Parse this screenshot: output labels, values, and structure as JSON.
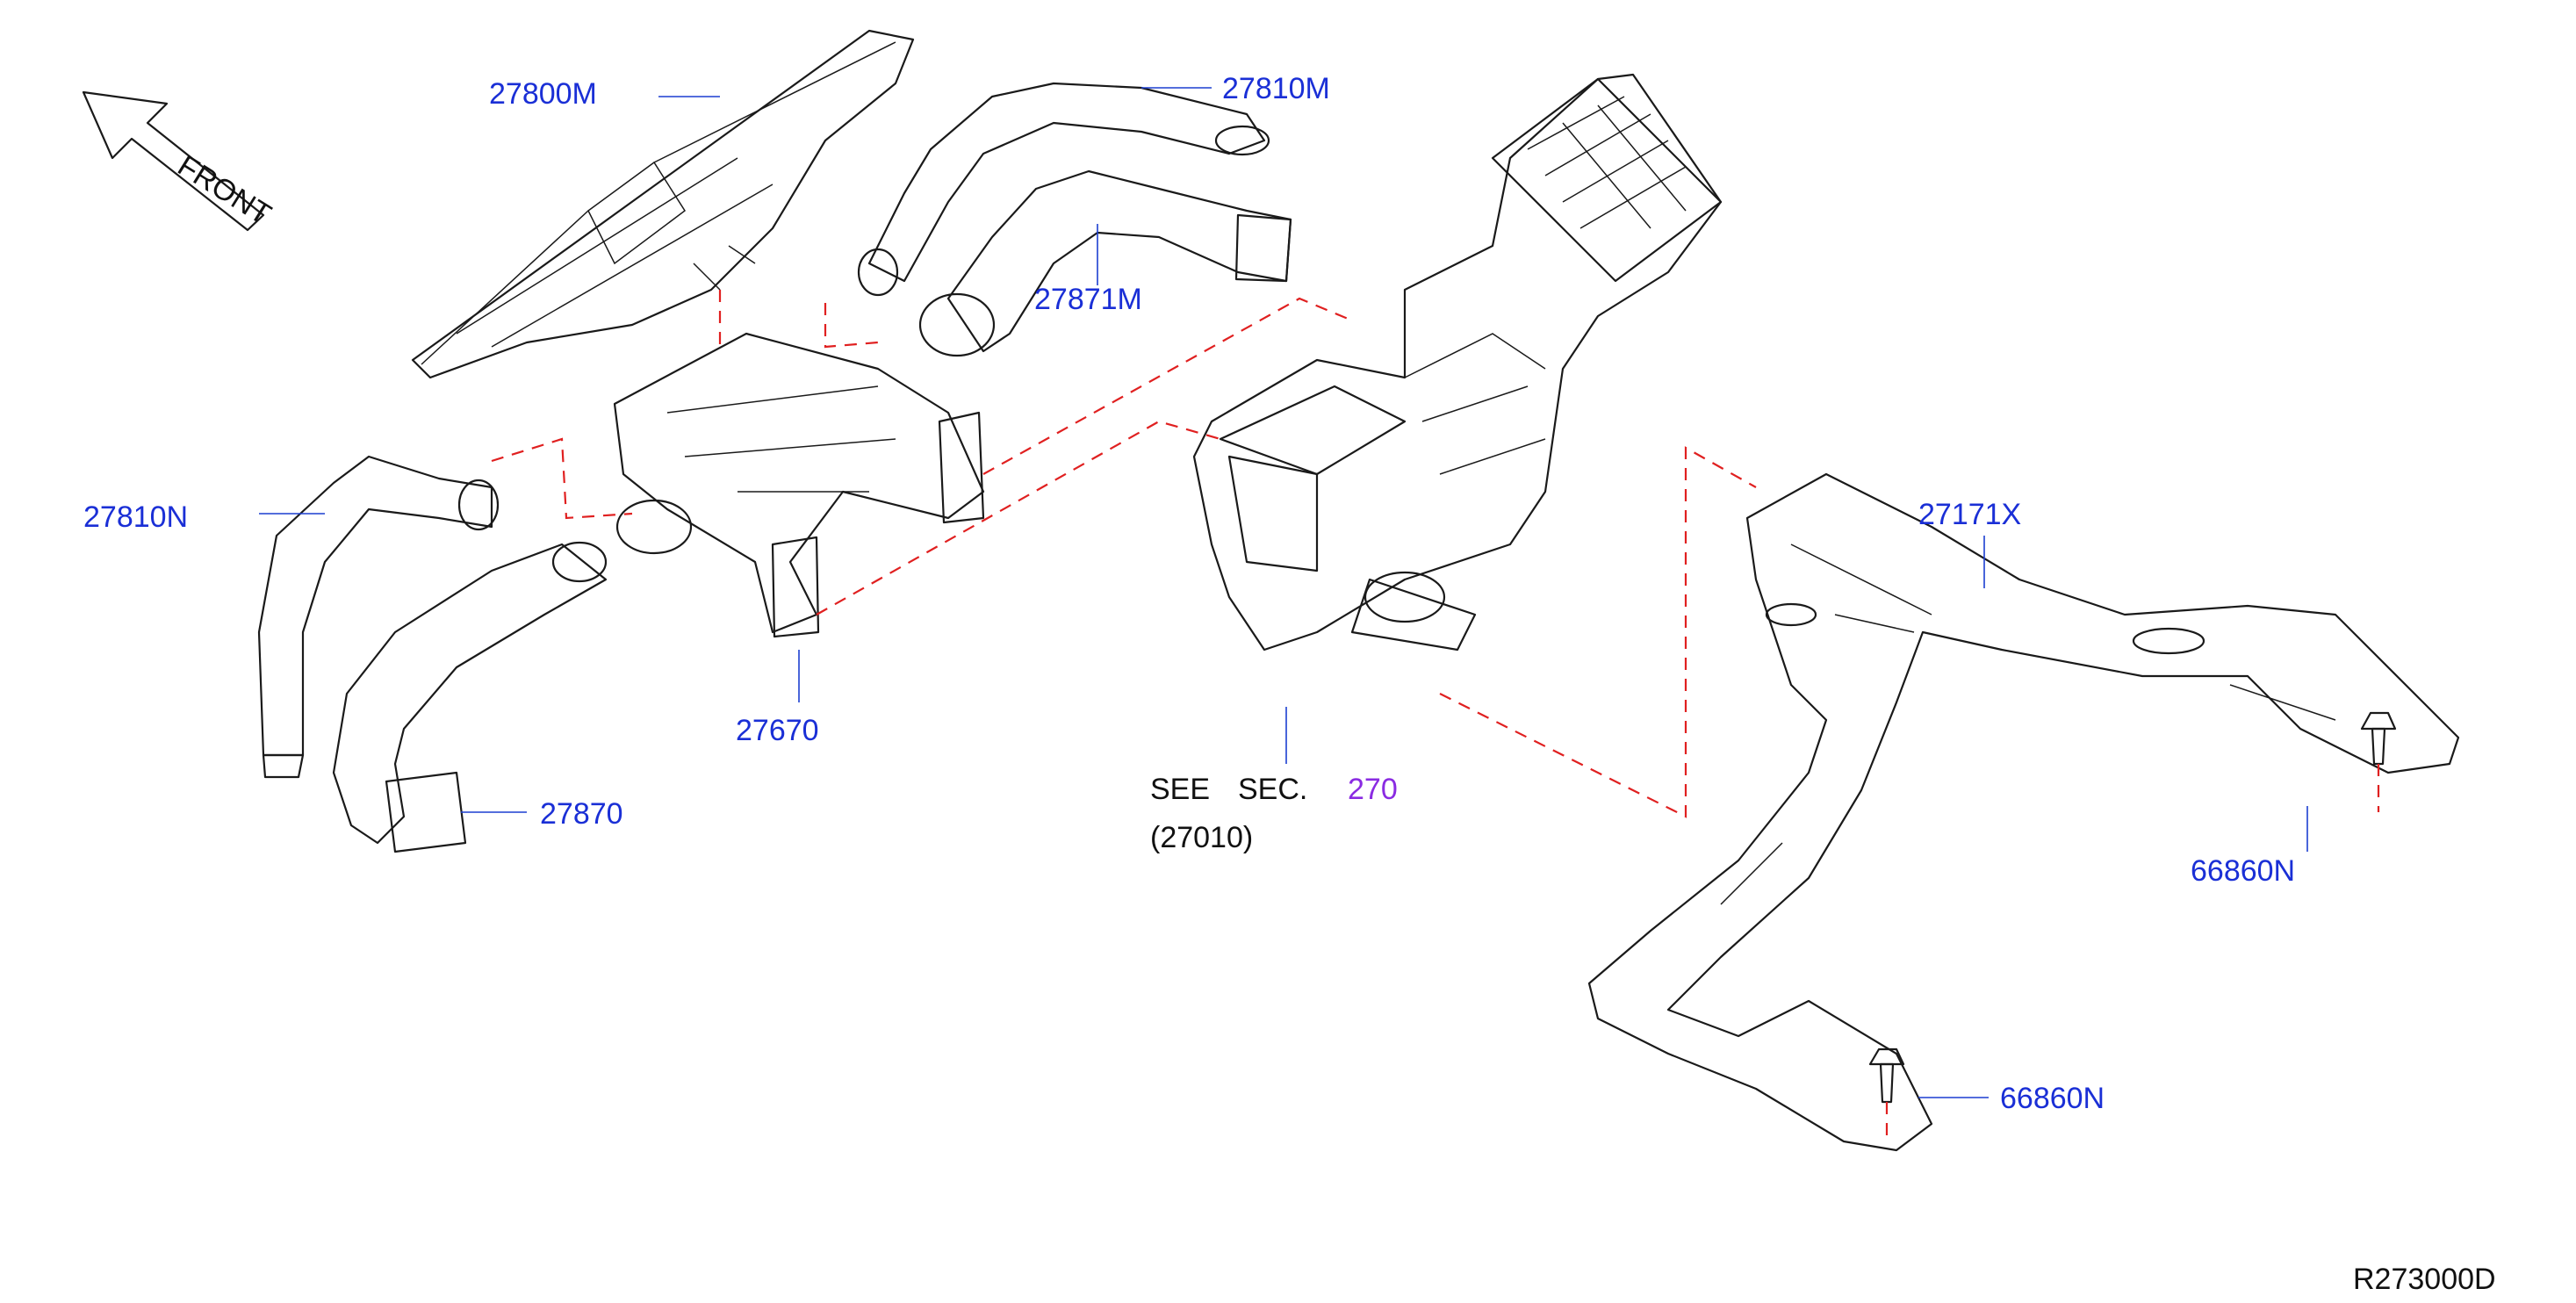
{
  "colors": {
    "part_number": "#1a2fd6",
    "section_ref": "#8a2be2",
    "text": "#111111",
    "leader": "#1c3fd0",
    "dash_line": "#e02020",
    "line_art": "#1a1a1a",
    "background": "#ffffff"
  },
  "direction_label": "FRONT",
  "parts": {
    "p27800M": "27800M",
    "p27810M": "27810M",
    "p27871M": "27871M",
    "p27810N": "27810N",
    "p27670": "27670",
    "p27870": "27870",
    "p27171X": "27171X",
    "p66860N_a": "66860N",
    "p66860N_b": "66860N"
  },
  "section_ref": {
    "see": "SEE",
    "sec": "SEC.",
    "number": "270",
    "assembly": "(27010)"
  },
  "diagram_id": "R273000D"
}
